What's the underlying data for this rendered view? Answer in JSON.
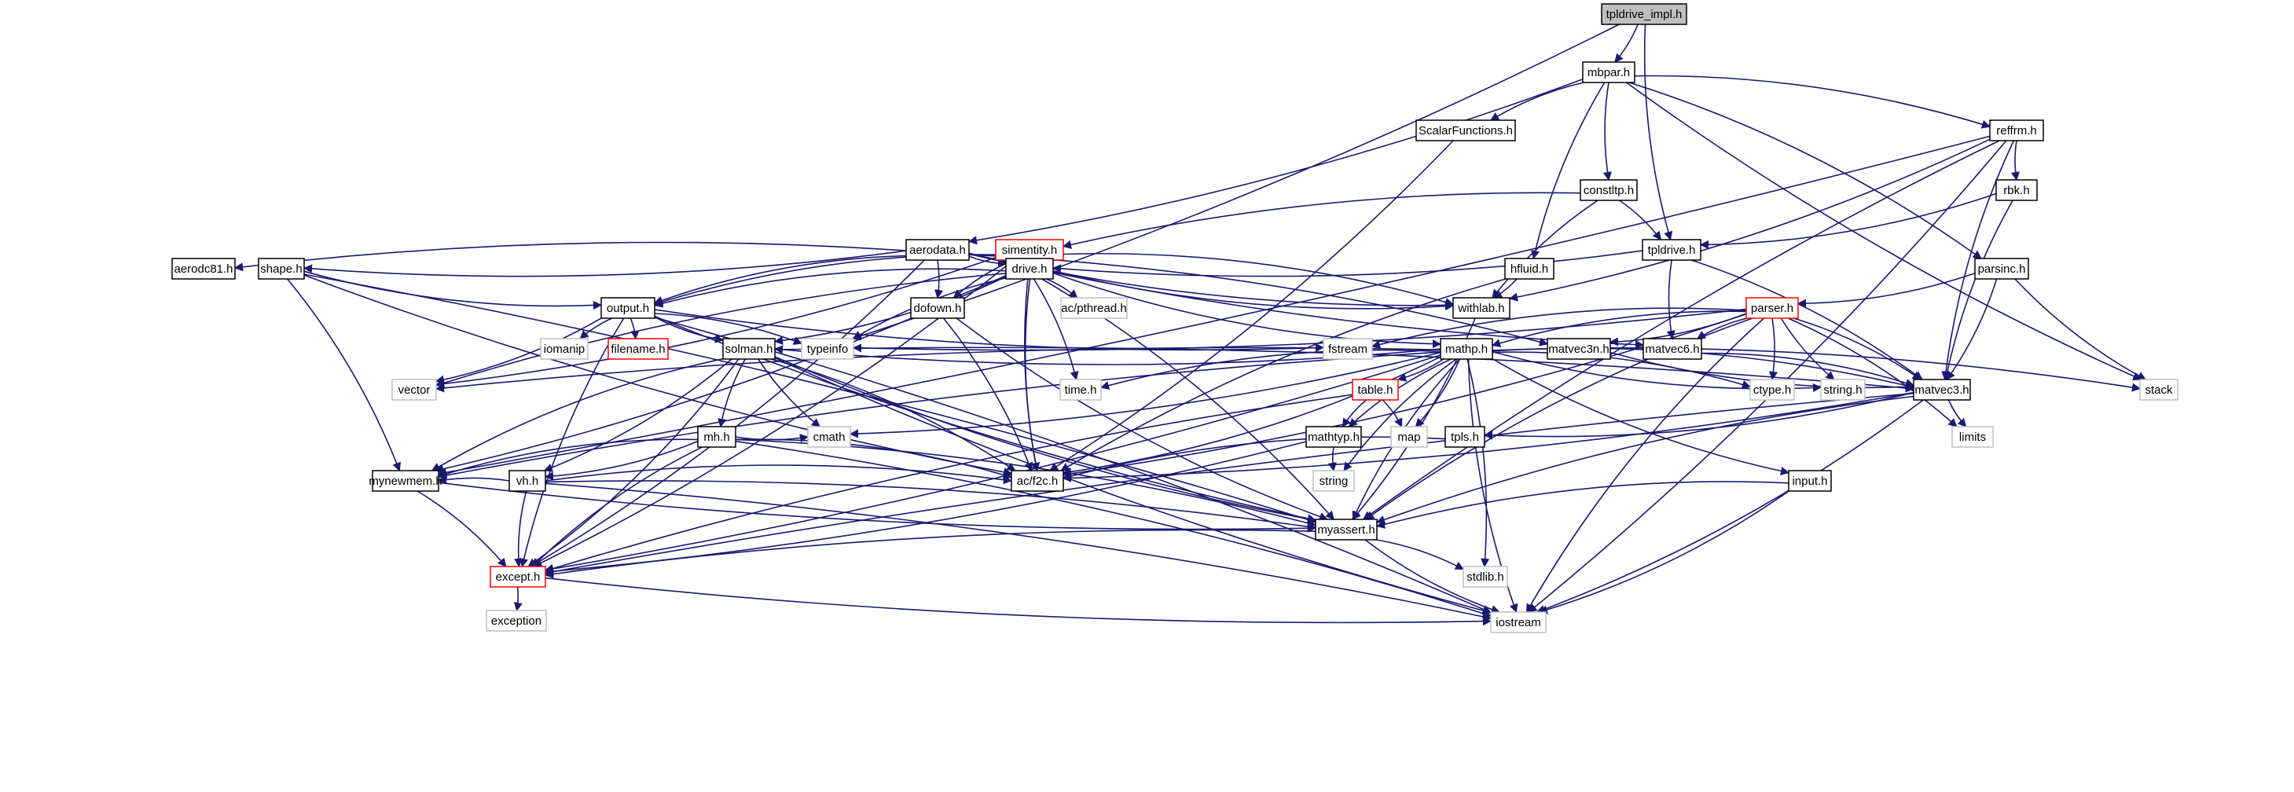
{
  "title": "tpldrive_impl.h",
  "colors": {
    "edge": "#191970",
    "normal_border": "#000000",
    "missing_border": "#bfbfbf",
    "truncated_border": "#ff0000",
    "root_fill": "#bfbfbf",
    "fill": "#ffffff"
  },
  "nodes": [
    {
      "id": "tpldrive_impl",
      "label": "tpldrive_impl.h",
      "kind": "root"
    },
    {
      "id": "mbpar",
      "label": "mbpar.h",
      "kind": "normal"
    },
    {
      "id": "ScalarFunctions",
      "label": "ScalarFunctions.h",
      "kind": "normal"
    },
    {
      "id": "reffrm",
      "label": "reffrm.h",
      "kind": "normal"
    },
    {
      "id": "constltp",
      "label": "constltp.h",
      "kind": "normal"
    },
    {
      "id": "rbk",
      "label": "rbk.h",
      "kind": "normal"
    },
    {
      "id": "aerodata",
      "label": "aerodata.h",
      "kind": "normal"
    },
    {
      "id": "simentity",
      "label": "simentity.h",
      "kind": "truncated"
    },
    {
      "id": "tpldrive",
      "label": "tpldrive.h",
      "kind": "normal"
    },
    {
      "id": "aerodc81",
      "label": "aerodc81.h",
      "kind": "normal"
    },
    {
      "id": "shape",
      "label": "shape.h",
      "kind": "normal"
    },
    {
      "id": "drive",
      "label": "drive.h",
      "kind": "normal"
    },
    {
      "id": "hfluid",
      "label": "hfluid.h",
      "kind": "normal"
    },
    {
      "id": "parsinc",
      "label": "parsinc.h",
      "kind": "normal"
    },
    {
      "id": "output",
      "label": "output.h",
      "kind": "normal"
    },
    {
      "id": "dofown",
      "label": "dofown.h",
      "kind": "normal"
    },
    {
      "id": "acpthread",
      "label": "ac/pthread.h",
      "kind": "missing"
    },
    {
      "id": "withlab",
      "label": "withlab.h",
      "kind": "normal"
    },
    {
      "id": "parser",
      "label": "parser.h",
      "kind": "truncated"
    },
    {
      "id": "iomanip",
      "label": "iomanip",
      "kind": "missing"
    },
    {
      "id": "filename",
      "label": "filename.h",
      "kind": "truncated"
    },
    {
      "id": "solman",
      "label": "solman.h",
      "kind": "normal"
    },
    {
      "id": "typeinfo",
      "label": "typeinfo",
      "kind": "missing"
    },
    {
      "id": "fstream",
      "label": "fstream",
      "kind": "missing"
    },
    {
      "id": "mathp",
      "label": "mathp.h",
      "kind": "normal"
    },
    {
      "id": "matvec3n",
      "label": "matvec3n.h",
      "kind": "normal"
    },
    {
      "id": "matvec6",
      "label": "matvec6.h",
      "kind": "normal"
    },
    {
      "id": "vector",
      "label": "vector",
      "kind": "missing"
    },
    {
      "id": "timeh",
      "label": "time.h",
      "kind": "missing"
    },
    {
      "id": "table",
      "label": "table.h",
      "kind": "truncated"
    },
    {
      "id": "ctype",
      "label": "ctype.h",
      "kind": "missing"
    },
    {
      "id": "stringh",
      "label": "string.h",
      "kind": "missing"
    },
    {
      "id": "matvec3",
      "label": "matvec3.h",
      "kind": "normal"
    },
    {
      "id": "stack",
      "label": "stack",
      "kind": "missing"
    },
    {
      "id": "mh",
      "label": "mh.h",
      "kind": "normal"
    },
    {
      "id": "cmath",
      "label": "cmath",
      "kind": "missing"
    },
    {
      "id": "map",
      "label": "map",
      "kind": "missing"
    },
    {
      "id": "mathtyp",
      "label": "mathtyp.h",
      "kind": "normal"
    },
    {
      "id": "limits",
      "label": "limits",
      "kind": "missing"
    },
    {
      "id": "tpls",
      "label": "tpls.h",
      "kind": "normal"
    },
    {
      "id": "vh",
      "label": "vh.h",
      "kind": "normal"
    },
    {
      "id": "acf2c",
      "label": "ac/f2c.h",
      "kind": "normal"
    },
    {
      "id": "string",
      "label": "string",
      "kind": "missing"
    },
    {
      "id": "mynewmem",
      "label": "mynewmem.h",
      "kind": "normal"
    },
    {
      "id": "input",
      "label": "input.h",
      "kind": "normal"
    },
    {
      "id": "myassert",
      "label": "myassert.h",
      "kind": "normal"
    },
    {
      "id": "except",
      "label": "except.h",
      "kind": "truncated"
    },
    {
      "id": "stdlib",
      "label": "stdlib.h",
      "kind": "missing"
    },
    {
      "id": "exception",
      "label": "exception",
      "kind": "missing"
    },
    {
      "id": "iostream",
      "label": "iostream",
      "kind": "missing"
    }
  ],
  "edges": [
    [
      "tpldrive_impl",
      "mbpar"
    ],
    [
      "tpldrive_impl",
      "tpldrive"
    ],
    [
      "tpldrive_impl",
      "typeinfo"
    ],
    [
      "mbpar",
      "ScalarFunctions"
    ],
    [
      "mbpar",
      "reffrm"
    ],
    [
      "mbpar",
      "constltp"
    ],
    [
      "mbpar",
      "aerodata"
    ],
    [
      "mbpar",
      "hfluid"
    ],
    [
      "mbpar",
      "parsinc"
    ],
    [
      "mbpar",
      "stack"
    ],
    [
      "ScalarFunctions",
      "acf2c"
    ],
    [
      "reffrm",
      "rbk"
    ],
    [
      "reffrm",
      "withlab"
    ],
    [
      "reffrm",
      "matvec3"
    ],
    [
      "reffrm",
      "mynewmem"
    ],
    [
      "reffrm",
      "myassert"
    ],
    [
      "reffrm",
      "iostream"
    ],
    [
      "constltp",
      "simentity"
    ],
    [
      "constltp",
      "tpldrive"
    ],
    [
      "constltp",
      "withlab"
    ],
    [
      "rbk",
      "tpldrive"
    ],
    [
      "rbk",
      "matvec3"
    ],
    [
      "tpldrive",
      "drive"
    ],
    [
      "tpldrive",
      "matvec6"
    ],
    [
      "tpldrive",
      "matvec3"
    ],
    [
      "aerodata",
      "aerodc81"
    ],
    [
      "aerodata",
      "shape"
    ],
    [
      "aerodata",
      "drive"
    ],
    [
      "aerodata",
      "dofown"
    ],
    [
      "aerodata",
      "withlab"
    ],
    [
      "aerodata",
      "matvec3n"
    ],
    [
      "aerodata",
      "matvec6"
    ],
    [
      "aerodata",
      "except"
    ],
    [
      "aerodata",
      "output"
    ],
    [
      "simentity",
      "drive"
    ],
    [
      "simentity",
      "dofown"
    ],
    [
      "simentity",
      "withlab"
    ],
    [
      "simentity",
      "output"
    ],
    [
      "simentity",
      "vector"
    ],
    [
      "simentity",
      "acf2c"
    ],
    [
      "simentity",
      "except"
    ],
    [
      "shape",
      "output"
    ],
    [
      "shape",
      "mynewmem"
    ],
    [
      "shape",
      "acf2c"
    ],
    [
      "shape",
      "myassert"
    ],
    [
      "drive",
      "output"
    ],
    [
      "drive",
      "acpthread"
    ],
    [
      "drive",
      "withlab"
    ],
    [
      "drive",
      "solman"
    ],
    [
      "drive",
      "mathp"
    ],
    [
      "drive",
      "timeh"
    ],
    [
      "drive",
      "acf2c"
    ],
    [
      "drive",
      "myassert"
    ],
    [
      "drive",
      "typeinfo"
    ],
    [
      "drive",
      "mynewmem"
    ],
    [
      "drive",
      "vector"
    ],
    [
      "hfluid",
      "withlab"
    ],
    [
      "hfluid",
      "acf2c"
    ],
    [
      "parsinc",
      "parser"
    ],
    [
      "parsinc",
      "stack"
    ],
    [
      "parsinc",
      "matvec3"
    ],
    [
      "output",
      "iomanip"
    ],
    [
      "output",
      "filename"
    ],
    [
      "output",
      "solman"
    ],
    [
      "output",
      "typeinfo"
    ],
    [
      "output",
      "fstream"
    ],
    [
      "output",
      "vector"
    ],
    [
      "output",
      "except"
    ],
    [
      "output",
      "iostream"
    ],
    [
      "output",
      "myassert"
    ],
    [
      "dofown",
      "acf2c"
    ],
    [
      "dofown",
      "myassert"
    ],
    [
      "withlab",
      "myassert"
    ],
    [
      "parser",
      "fstream"
    ],
    [
      "parser",
      "matvec3n"
    ],
    [
      "parser",
      "matvec6"
    ],
    [
      "parser",
      "matvec3"
    ],
    [
      "parser",
      "mathp"
    ],
    [
      "parser",
      "ctype"
    ],
    [
      "parser",
      "stringh"
    ],
    [
      "parser",
      "limits"
    ],
    [
      "parser",
      "iostream"
    ],
    [
      "parser",
      "acf2c"
    ],
    [
      "parser",
      "myassert"
    ],
    [
      "parser",
      "typeinfo"
    ],
    [
      "solman",
      "mh"
    ],
    [
      "solman",
      "vh"
    ],
    [
      "solman",
      "cmath"
    ],
    [
      "solman",
      "acf2c"
    ],
    [
      "solman",
      "myassert"
    ],
    [
      "solman",
      "matvec3"
    ],
    [
      "solman",
      "mynewmem"
    ],
    [
      "solman",
      "except"
    ],
    [
      "solman",
      "iostream"
    ],
    [
      "mathp",
      "table"
    ],
    [
      "mathp",
      "mathtyp"
    ],
    [
      "mathp",
      "map"
    ],
    [
      "mathp",
      "input"
    ],
    [
      "mathp",
      "matvec3"
    ],
    [
      "mathp",
      "string"
    ],
    [
      "mathp",
      "stdlib"
    ],
    [
      "mathp",
      "myassert"
    ],
    [
      "mathp",
      "except"
    ],
    [
      "mathp",
      "iostream"
    ],
    [
      "mathp",
      "cmath"
    ],
    [
      "mathp",
      "timeh"
    ],
    [
      "mathp",
      "ctype"
    ],
    [
      "mathp",
      "stringh"
    ],
    [
      "mathp",
      "stack"
    ],
    [
      "mathp",
      "vector"
    ],
    [
      "mathp",
      "solman"
    ],
    [
      "mathp",
      "mynewmem"
    ],
    [
      "mathp",
      "acf2c"
    ],
    [
      "matvec3n",
      "matvec3"
    ],
    [
      "matvec6",
      "matvec3"
    ],
    [
      "table",
      "mathtyp"
    ],
    [
      "table",
      "map"
    ],
    [
      "table",
      "except"
    ],
    [
      "matvec3",
      "tpls"
    ],
    [
      "matvec3",
      "limits"
    ],
    [
      "matvec3",
      "acf2c"
    ],
    [
      "matvec3",
      "myassert"
    ],
    [
      "matvec3",
      "iostream"
    ],
    [
      "matvec3",
      "except"
    ],
    [
      "mh",
      "vh"
    ],
    [
      "mh",
      "cmath"
    ],
    [
      "mh",
      "acf2c"
    ],
    [
      "mh",
      "mynewmem"
    ],
    [
      "mh",
      "myassert"
    ],
    [
      "mh",
      "except"
    ],
    [
      "mh",
      "iostream"
    ],
    [
      "mathtyp",
      "string"
    ],
    [
      "mathtyp",
      "except"
    ],
    [
      "tpls",
      "acf2c"
    ],
    [
      "vh",
      "acf2c"
    ],
    [
      "vh",
      "mynewmem"
    ],
    [
      "vh",
      "myassert"
    ],
    [
      "vh",
      "except"
    ],
    [
      "vh",
      "iostream"
    ],
    [
      "mynewmem",
      "myassert"
    ],
    [
      "mynewmem",
      "except"
    ],
    [
      "input",
      "myassert"
    ],
    [
      "input",
      "iostream"
    ],
    [
      "myassert",
      "except"
    ],
    [
      "myassert",
      "stdlib"
    ],
    [
      "myassert",
      "iostream"
    ],
    [
      "except",
      "exception"
    ],
    [
      "except",
      "iostream"
    ]
  ]
}
